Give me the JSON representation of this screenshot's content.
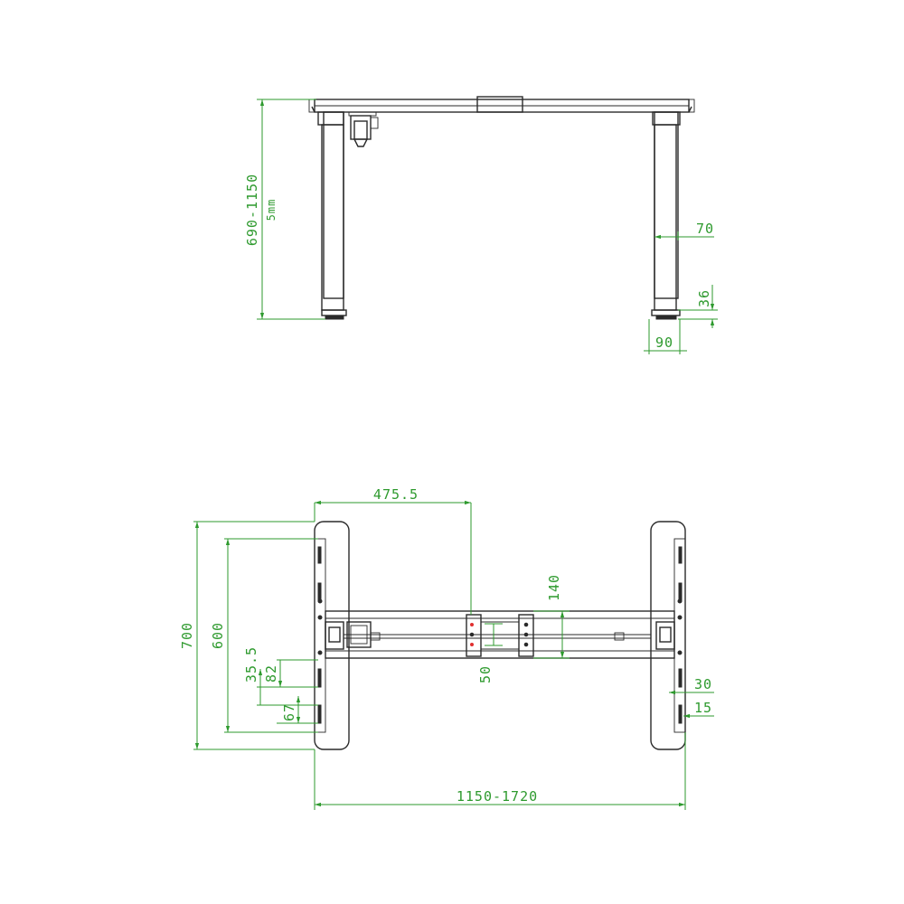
{
  "colors": {
    "linework": "#2a2a2a",
    "dimension": "#2e9a2e",
    "marker": "#e03030",
    "background": "#ffffff"
  },
  "front_view": {
    "dimensions": {
      "height_range": "690-1150",
      "height_note": "5mm",
      "column_width": "70",
      "foot_height": "36",
      "foot_width": "90"
    }
  },
  "top_view": {
    "dimensions": {
      "center_offset": "475.5",
      "depth": "700",
      "plate_length": "600",
      "beam_width": "140",
      "beam_gap": "50",
      "hole_offset": "35.5",
      "hole_pitch_a": "82",
      "hole_pitch_b": "67",
      "slot_spacing": "30",
      "slot_width": "15",
      "width_range": "1150-1720"
    }
  }
}
